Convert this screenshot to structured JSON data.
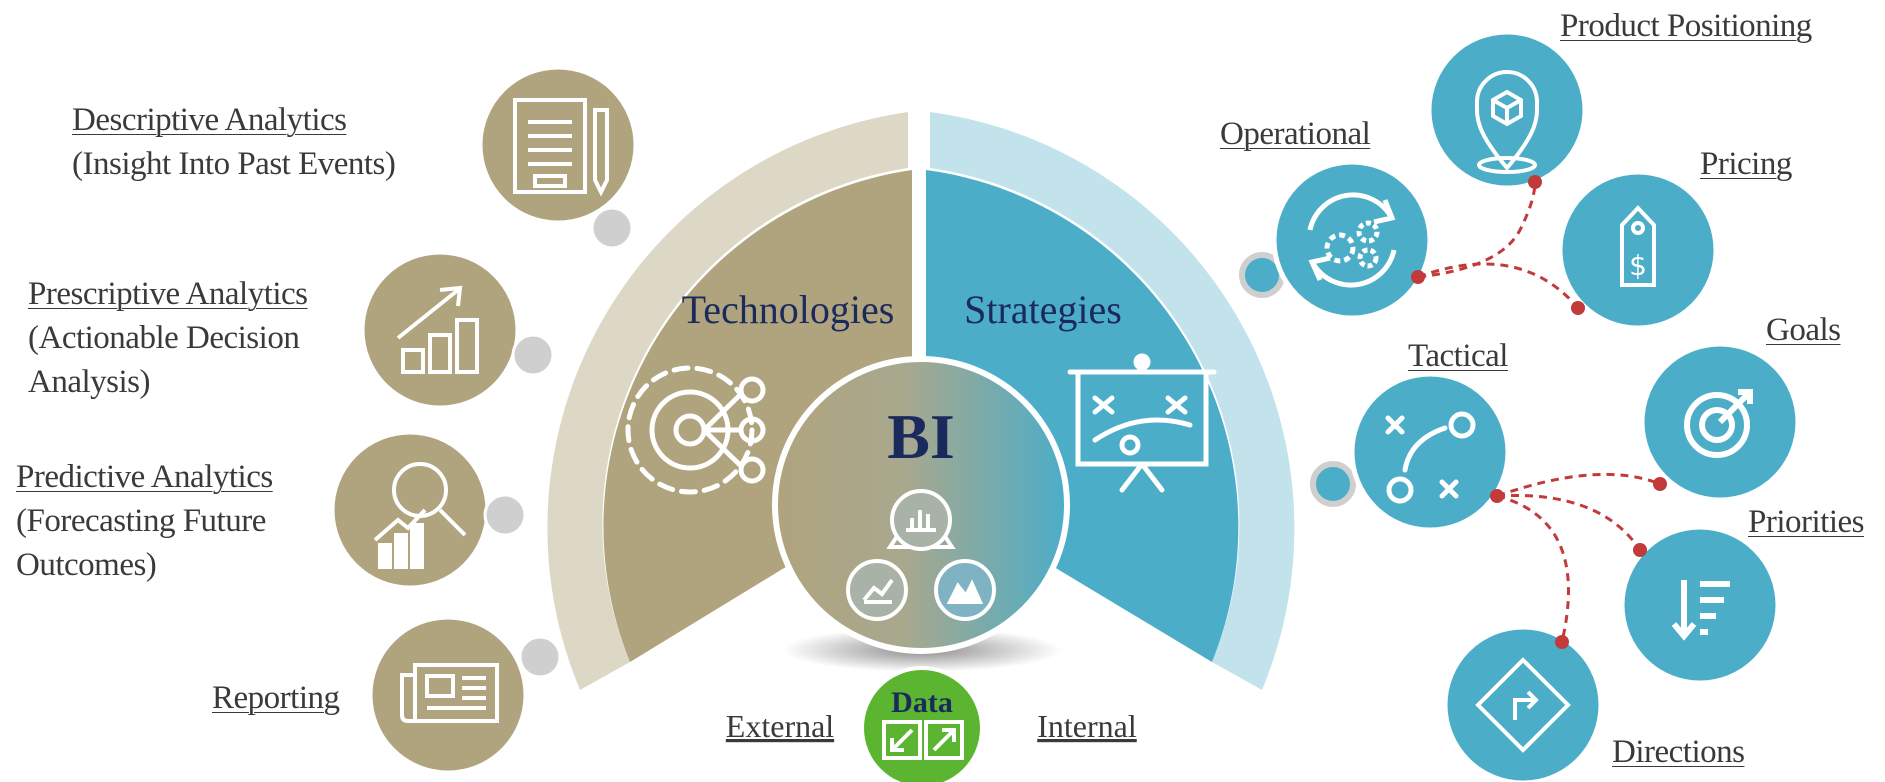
{
  "bi": {
    "center_label": "BI",
    "technologies_label": "Technologies",
    "strategies_label": "Strategies",
    "data_label": "Data",
    "external_label": "External",
    "internal_label": "Internal"
  },
  "analytics": {
    "descriptive": {
      "title": "Descriptive Analytics",
      "sub1": "(Insight Into Past Events)"
    },
    "prescriptive": {
      "title": "Prescriptive Analytics",
      "sub1": "(Actionable Decision",
      "sub2": "Analysis)"
    },
    "predictive": {
      "title": "Predictive Analytics",
      "sub1": "(Forecasting Future",
      "sub2": "Outcomes)"
    },
    "reporting": {
      "title": "Reporting"
    }
  },
  "strategies": {
    "operational": "Operational",
    "product_positioning": "Product Positioning",
    "pricing": "Pricing",
    "tactical": "Tactical",
    "goals": "Goals",
    "priorities": "Priorities",
    "directions": "Directions"
  },
  "colors": {
    "tan": "#b0a47e",
    "tan_light": "#ddd8c6",
    "blue": "#4badc8",
    "blue_light": "#c2e3ec",
    "navy": "#1b2a5c",
    "green": "#5cb531",
    "red_dash": "#c23a3a"
  },
  "icons": {
    "descriptive": "document-pen-icon",
    "prescriptive": "growth-chart-icon",
    "predictive": "magnifier-chart-icon",
    "reporting": "newspaper-icon",
    "technologies": "gear-network-icon",
    "strategies": "strategy-board-icon",
    "bi": "analytics-cycle-icon",
    "data": "transfer-arrows-icon",
    "operational": "gears-cycle-icon",
    "product_positioning": "location-box-icon",
    "pricing": "price-tag-icon",
    "tactical": "play-diagram-icon",
    "goals": "target-icon",
    "priorities": "sort-list-icon",
    "directions": "direction-sign-icon"
  }
}
